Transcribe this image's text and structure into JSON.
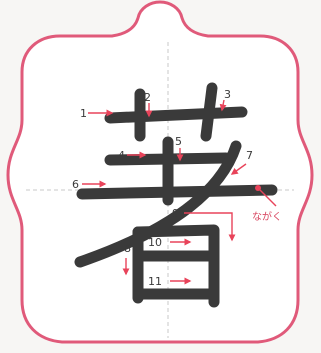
{
  "character": "著",
  "stroke_labels": [
    "1",
    "2",
    "3",
    "4",
    "5",
    "6",
    "7",
    "8",
    "9",
    "10",
    "11"
  ],
  "annotation": "ながく",
  "colors": {
    "frame": "#e05a7a",
    "guide": "#c8c8c8",
    "stroke": "#3a3a3a",
    "arrow": "#e8435a"
  }
}
